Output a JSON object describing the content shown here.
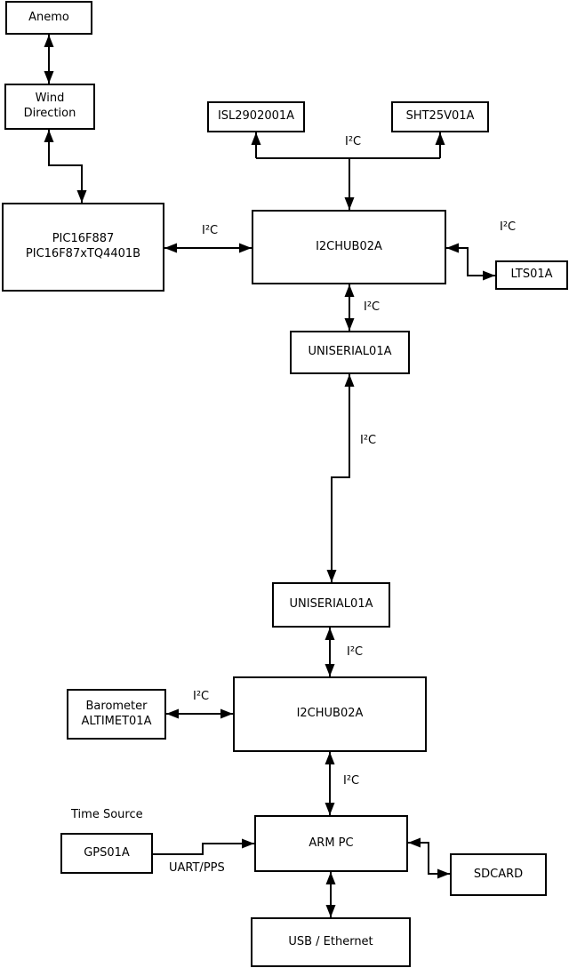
{
  "diagram": {
    "nodes": {
      "anemo": {
        "label": "Anemo"
      },
      "wind_direction": {
        "line1": "Wind",
        "line2": "Direction"
      },
      "pic": {
        "line1": "PIC16F887",
        "line2": "PIC16F87xTQ4401B"
      },
      "isl": {
        "label": "ISL2902001A"
      },
      "sht": {
        "label": "SHT25V01A"
      },
      "hub1": {
        "label": "I2CHUB02A"
      },
      "lts": {
        "label": "LTS01A"
      },
      "uniserial1": {
        "label": "UNISERIAL01A"
      },
      "uniserial2": {
        "label": "UNISERIAL01A"
      },
      "hub2": {
        "label": "I2CHUB02A"
      },
      "barometer": {
        "line1": "Barometer",
        "line2": "ALTIMET01A"
      },
      "arm_pc": {
        "label": "ARM PC"
      },
      "gps": {
        "label": "GPS01A"
      },
      "sdcard": {
        "label": "SDCARD"
      },
      "usb_ethernet": {
        "label": "USB / Ethernet"
      }
    },
    "edge_labels": {
      "i2c_isl_sht": "I²C",
      "i2c_pic_hub1": "I²C",
      "i2c_hub1_lts": "I²C",
      "i2c_hub1_uniserial1": "I²C",
      "i2c_uniserial_link": "I²C",
      "i2c_uniserial2_hub2": "I²C",
      "i2c_barometer_hub2": "I²C",
      "i2c_hub2_armpc": "I²C",
      "time_source": "Time Source",
      "uart_pps": "UART/PPS"
    },
    "colors": {
      "line": "#000000",
      "text": "#000000",
      "box_fill": "#ffffff",
      "background": "#ffffff"
    }
  }
}
